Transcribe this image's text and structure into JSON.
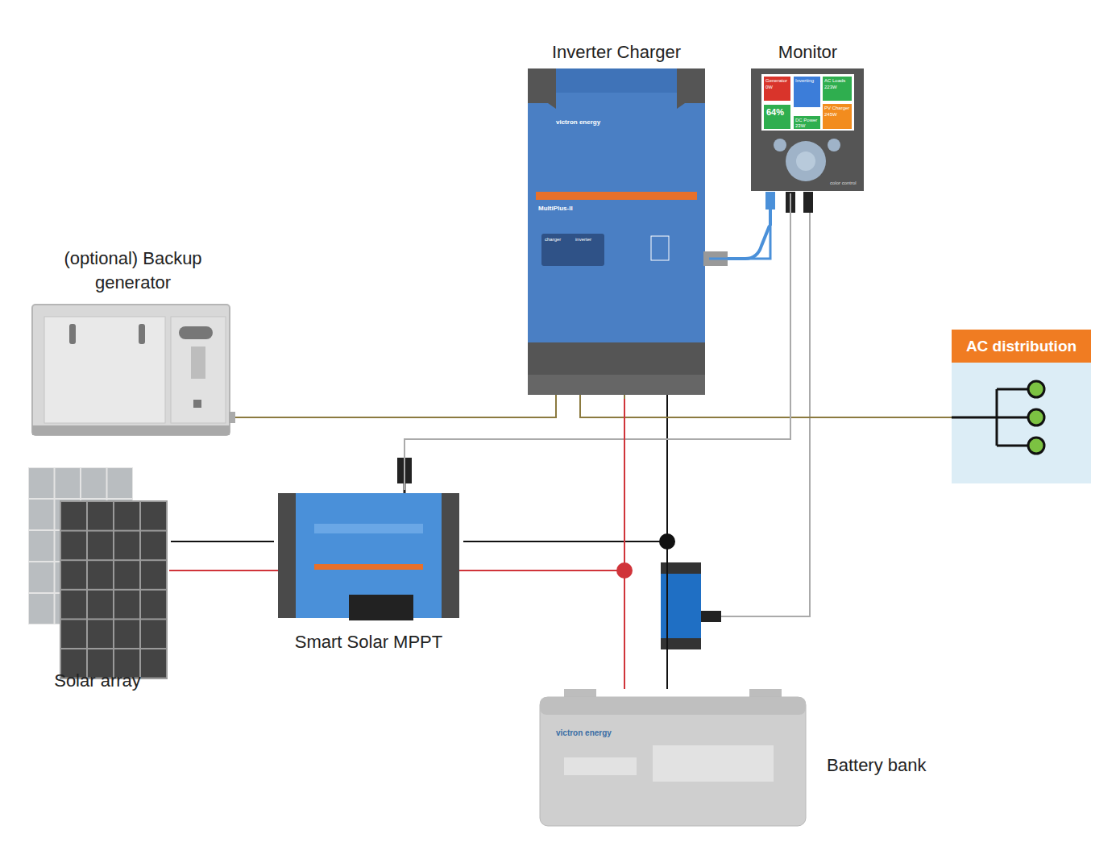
{
  "diagram": {
    "nodes": [
      {
        "text": [
          "(optional) Backup generator"
        ]
      },
      {
        "text": [
          "Inverter Charger"
        ]
      },
      {
        "text": [
          "Monitor"
        ]
      },
      {
        "text": [
          "AC distribution"
        ]
      },
      {
        "text": [
          "Solar array"
        ]
      },
      {
        "text": [
          "Smart Solar MPPT"
        ]
      },
      {
        "text": [
          "Battery bank"
        ]
      }
    ],
    "edges": [
      {
        "from": 0,
        "to": 1,
        "arrow": "none"
      },
      {
        "from": 1,
        "to": 3,
        "arrow": "none"
      },
      {
        "from": 1,
        "to": 2,
        "arrow": "none"
      },
      {
        "from": 2,
        "to": 5,
        "arrow": "none"
      },
      {
        "from": 4,
        "to": 5,
        "arrow": "none"
      },
      {
        "from": 5,
        "to": 6,
        "arrow": "none"
      },
      {
        "from": 1,
        "to": 6,
        "arrow": "none"
      }
    ],
    "labels": [
      "victron energy",
      "MultiPlus-II",
      "charger",
      "inverter",
      "Generator",
      "0W",
      "Inverting",
      "AC Loads",
      "223W",
      "64%",
      "PV Charger",
      "245W",
      "DC Power",
      "23W",
      "color control",
      "victron energy"
    ]
  }
}
